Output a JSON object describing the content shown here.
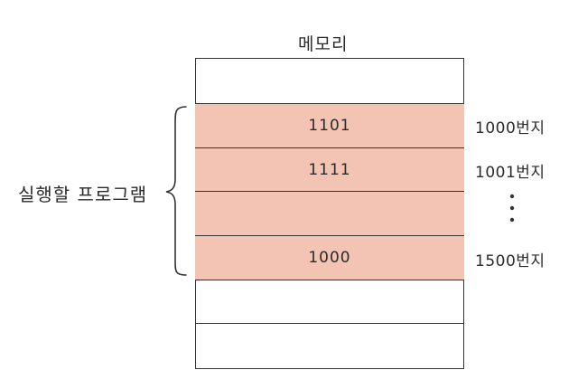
{
  "title": "메모리",
  "program_label": "실행할 프로그램",
  "cells": [
    {
      "value": "",
      "filled": false
    },
    {
      "value": "1101",
      "filled": true
    },
    {
      "value": "1111",
      "filled": true
    },
    {
      "value": "",
      "filled": true
    },
    {
      "value": "1000",
      "filled": true
    },
    {
      "value": "",
      "filled": false
    },
    {
      "value": "",
      "filled": false
    }
  ],
  "addresses": [
    "1000번지",
    "1001번지",
    "1500번지"
  ],
  "colors": {
    "program_fill": "#f3c3b4",
    "line": "#333333"
  },
  "icons": {
    "ellipsis": "vertical-ellipsis-icon",
    "brace": "left-curly-brace-icon"
  }
}
